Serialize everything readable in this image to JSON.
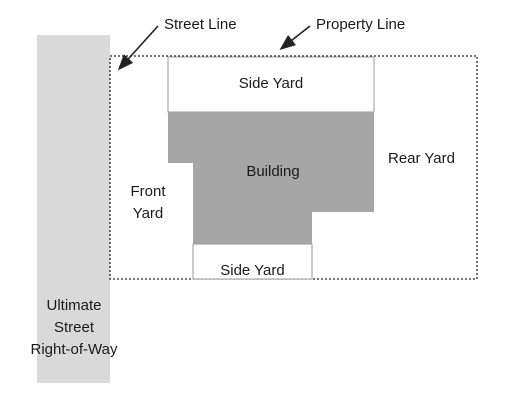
{
  "labels": {
    "street_line": "Street Line",
    "property_line": "Property Line",
    "side_yard_top": "Side Yard",
    "building": "Building",
    "rear_yard": "Rear Yard",
    "front_yard_1": "Front",
    "front_yard_2": "Yard",
    "side_yard_bottom": "Side Yard",
    "row_1": "Ultimate",
    "row_2": "Street",
    "row_3": "Right-of-Way"
  },
  "colors": {
    "right_of_way": "#d9d9d9",
    "building": "#a6a6a6",
    "yard_fill": "#ffffff",
    "line": "#222222"
  },
  "icons": {
    "street_arrow": "arrow-down-left-icon",
    "property_arrow": "arrow-down-left-icon"
  }
}
